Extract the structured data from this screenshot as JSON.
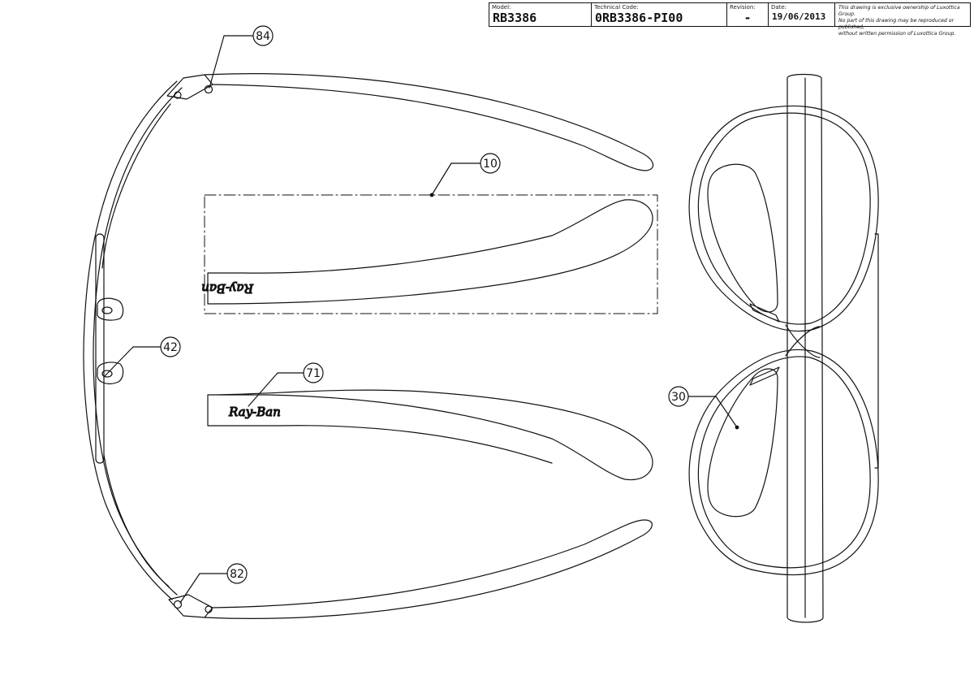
{
  "title_block": {
    "model_label": "Model:",
    "model": "RB3386",
    "technical_code_label": "Technical Code:",
    "technical_code": "0RB3386-PI00",
    "revision_label": "Revision:",
    "revision": "-",
    "date_label": "Date:",
    "date": "19/06/2013",
    "notice_line1": "This drawing is exclusive ownership of Luxottica Group.",
    "notice_line2": "No part of this drawing may be reproduced or published,",
    "notice_line3": "without written permission of Luxottica Group."
  },
  "callouts": [
    {
      "id": "84",
      "label": "84"
    },
    {
      "id": "10",
      "label": "10"
    },
    {
      "id": "42",
      "label": "42"
    },
    {
      "id": "71",
      "label": "71"
    },
    {
      "id": "30",
      "label": "30"
    },
    {
      "id": "82",
      "label": "82"
    }
  ],
  "logo_text": "Ray-Ban"
}
